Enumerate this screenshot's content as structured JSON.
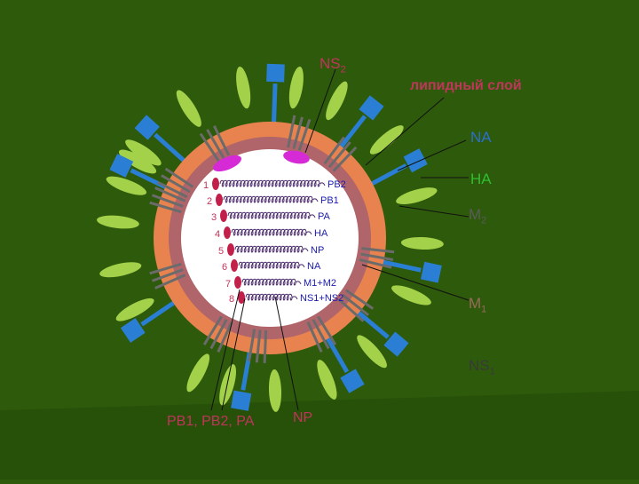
{
  "labels": {
    "ns2": "NS",
    "ns2_sub": "2",
    "lipid_layer": "липидный слой",
    "na": "NA",
    "ha": "HA",
    "m2": "M",
    "m2_sub": "2",
    "m1": "M",
    "m1_sub": "1",
    "ns1": "NS",
    "ns1_sub": "1",
    "pb_complex": "PB1, PB2, PA",
    "np": "NP"
  },
  "segments": [
    {
      "number": "1",
      "gene": "PB2"
    },
    {
      "number": "2",
      "gene": "PB1"
    },
    {
      "number": "3",
      "gene": "PA"
    },
    {
      "number": "4",
      "gene": "HA"
    },
    {
      "number": "5",
      "gene": "NP"
    },
    {
      "number": "6",
      "gene": "NA"
    },
    {
      "number": "7",
      "gene": "M1+M2"
    },
    {
      "number": "8",
      "gene": "NS1+NS2"
    }
  ],
  "colors": {
    "background": "#2d5a0b",
    "membrane_outer": "#e8834f",
    "membrane_inner": "#b0656b",
    "interior": "#ffffff",
    "ha_spike": "#a3d14a",
    "na_spike": "#2a7fd4",
    "m2_channel": "#6b6b6b",
    "polymerase": "#c2204a",
    "ns2_protein": "#d62ad6"
  }
}
